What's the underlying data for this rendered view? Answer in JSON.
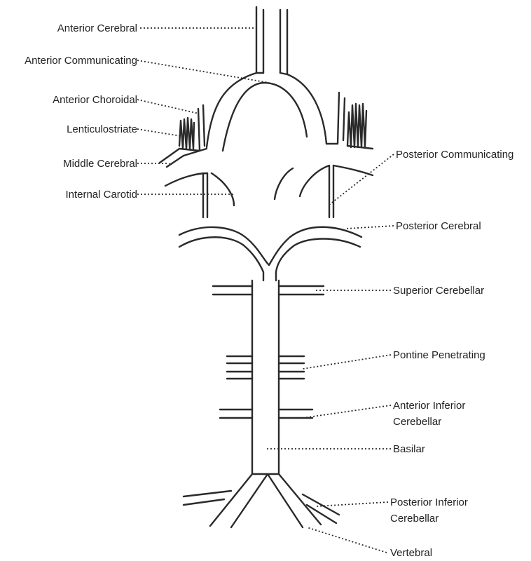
{
  "labels": {
    "anterior_cerebral": "Anterior Cerebral",
    "anterior_communicating": "Anterior Communicating",
    "anterior_choroidal": "Anterior Choroidal",
    "lenticulostriate": "Lenticulostriate",
    "middle_cerebral": "Middle Cerebral",
    "internal_carotid": "Internal Carotid",
    "posterior_communicating": "Posterior Communicating",
    "posterior_cerebral": "Posterior Cerebral",
    "superior_cerebellar": "Superior Cerebellar",
    "pontine_penetrating": "Pontine Penetrating",
    "anterior_inferior_cerebellar_1": "Anterior Inferior",
    "anterior_inferior_cerebellar_2": "Cerebellar",
    "basilar": "Basilar",
    "posterior_inferior_cerebellar_1": "Posterior Inferior",
    "posterior_inferior_cerebellar_2": "Cerebellar",
    "vertebral": "Vertebral"
  }
}
